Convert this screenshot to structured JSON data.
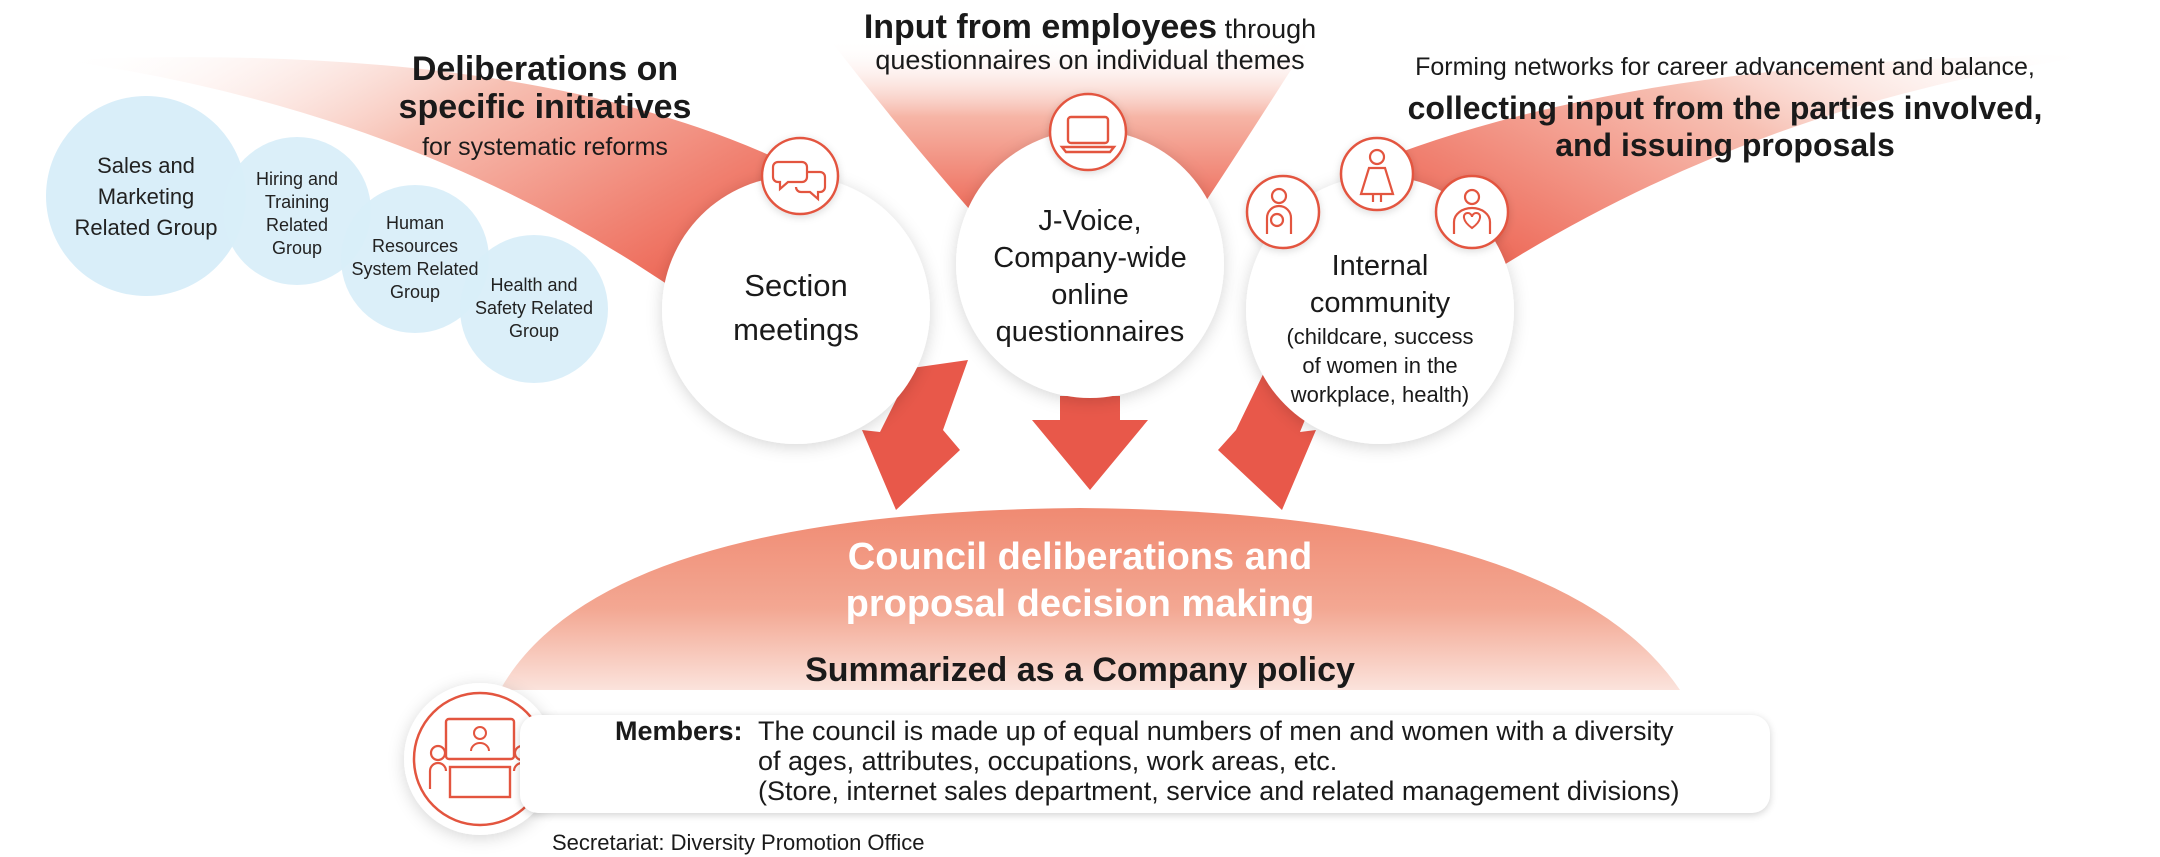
{
  "deliberations": {
    "title_line1": "Deliberations on",
    "title_line2": "specific initiatives",
    "subtitle": "for systematic reforms"
  },
  "employee_input": {
    "title_bold": "Input from employees",
    "title_rest": " through",
    "subtitle": "questionnaires on individual themes"
  },
  "networks": {
    "subtitle": "Forming networks for career advancement and balance,",
    "title_line1": "collecting input from the parties involved,",
    "title_line2": "and issuing proposals"
  },
  "groups": [
    {
      "lines": [
        "Sales and",
        "Marketing",
        "Related Group"
      ]
    },
    {
      "lines": [
        "Hiring and",
        "Training",
        "Related",
        "Group"
      ]
    },
    {
      "lines": [
        "Human",
        "Resources",
        "System Related",
        "Group"
      ]
    },
    {
      "lines": [
        "Health and",
        "Safety Related",
        "Group"
      ]
    }
  ],
  "circles": {
    "section": {
      "lines": [
        "Section",
        "meetings"
      ],
      "icon": "speech-bubbles-icon"
    },
    "jvoice": {
      "lines": [
        "J-Voice,",
        "Company-wide",
        "online",
        "questionnaires"
      ],
      "icon": "laptop-icon"
    },
    "community": {
      "lines": [
        "Internal",
        "community"
      ],
      "note": [
        "(childcare, success",
        "of women in the",
        "workplace, health)"
      ],
      "icons": [
        "parent-child-icon",
        "woman-icon",
        "person-heart-icon"
      ]
    }
  },
  "council": {
    "title_line1": "Council deliberations and",
    "title_line2": "proposal decision making",
    "summary": "Summarized as a Company policy",
    "icon": "meeting-table-icon"
  },
  "members": {
    "label": "Members:",
    "lines": [
      "The council is made up of equal numbers of men and women with a diversity",
      "of ages, attributes, occupations, work areas, etc.",
      "(Store, internet sales department, service and related management divisions)"
    ]
  },
  "secretariat": "Secretariat: Diversity Promotion Office",
  "colors": {
    "accent": "#e8584a",
    "accent_light": "#f29a84",
    "bubble": "#d9eef9",
    "icon_stroke": "#e3553f"
  }
}
